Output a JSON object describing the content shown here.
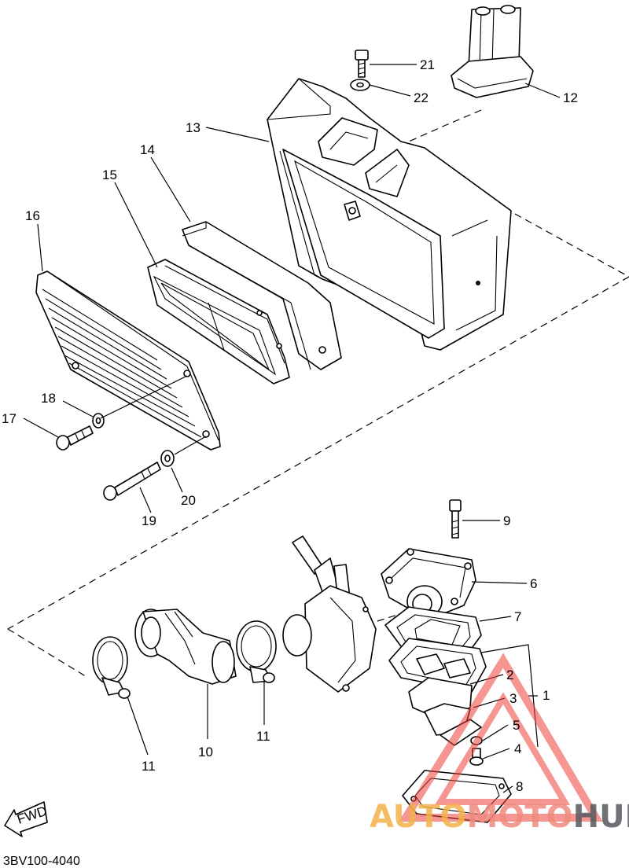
{
  "diagram": {
    "drawing_code": "3BV100-4040",
    "fwd_label": "FWD",
    "watermark": {
      "part1": "AUTO",
      "part2": "MOTO",
      "part3": "HUB",
      "triangle_color": "#f0413a",
      "text_colors": [
        "#f3b24a",
        "#f08a7e",
        "#555a60"
      ]
    },
    "callouts": {
      "p1": "1",
      "p2": "2",
      "p3": "3",
      "p4": "4",
      "p5": "5",
      "p6": "6",
      "p7": "7",
      "p8": "8",
      "p9": "9",
      "p10": "10",
      "p11a": "11",
      "p11b": "11",
      "p12": "12",
      "p13": "13",
      "p14": "14",
      "p15": "15",
      "p16": "16",
      "p17": "17",
      "p18": "18",
      "p19": "19",
      "p20": "20",
      "p21": "21",
      "p22": "22"
    }
  }
}
